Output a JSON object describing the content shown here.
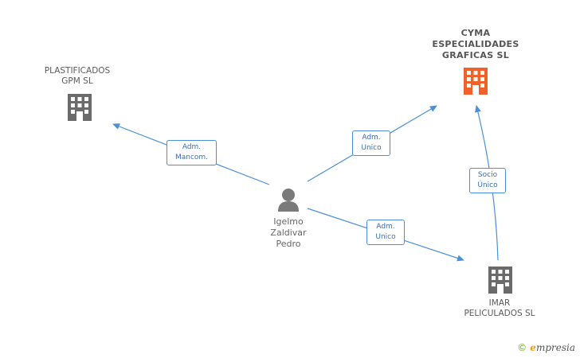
{
  "nodes": {
    "plastificados": {
      "lines": [
        "PLASTIFICADOS",
        "GPM SL"
      ]
    },
    "cyma": {
      "lines": [
        "CYMA",
        "ESPECIALIDADES",
        "GRAFICAS SL"
      ]
    },
    "imar": {
      "lines": [
        "IMAR",
        "PELICULADOS SL"
      ]
    },
    "person": {
      "lines": [
        "Igelmo",
        "Zaldivar",
        "Pedro"
      ]
    }
  },
  "edges": {
    "to_plastificados": {
      "lines": [
        "Adm.",
        "Mancom."
      ]
    },
    "to_cyma": {
      "lines": [
        "Adm.",
        "Unico"
      ]
    },
    "to_imar": {
      "lines": [
        "Adm.",
        "Unico"
      ]
    },
    "imar_to_cyma": {
      "lines": [
        "Socio",
        "Único"
      ]
    }
  },
  "colors": {
    "edge": "#4a90d9",
    "building_main": "#f0612c",
    "building": "#6b6b6b",
    "person": "#7a7a7a"
  },
  "brand": {
    "copyright": "©",
    "initial": "e",
    "rest": "mpresia"
  }
}
